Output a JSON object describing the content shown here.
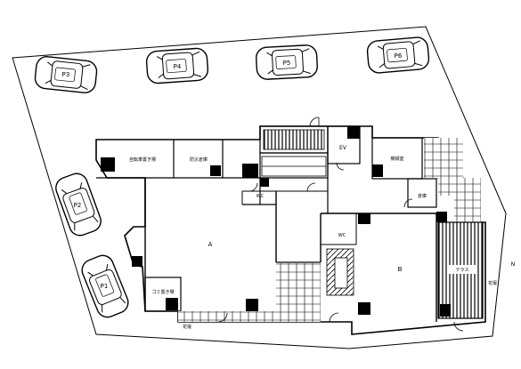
{
  "floor_plan": {
    "parking_labels": [
      "P1",
      "P2",
      "P3",
      "P4",
      "P5",
      "P6"
    ],
    "rooms": {
      "unit_a": "A",
      "unit_b": "B",
      "ev": "EV",
      "wc_left": "WC",
      "wc_right": "WC",
      "bicycle_parking": "自転車置き場",
      "disaster_storage": "防災倉庫",
      "machine_room": "機械室",
      "storage_small": "倉庫",
      "garbage_storage": "ゴミ置き場",
      "terrace": "テラス",
      "planter_bottom": "花壇",
      "planter_right": "花壇"
    },
    "north_mark": "N"
  }
}
